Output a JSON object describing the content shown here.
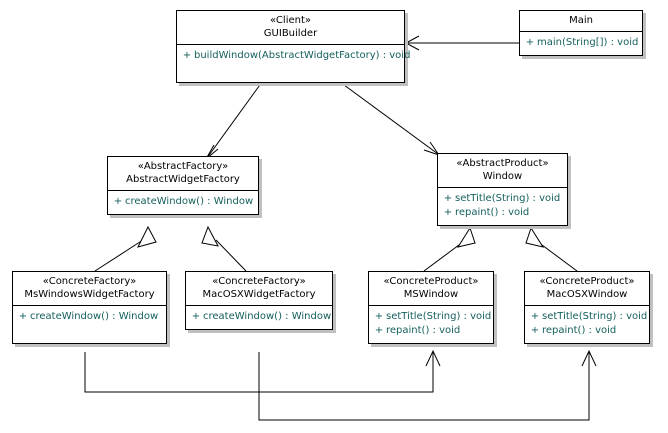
{
  "diagram": {
    "title": "Abstract Factory UML Class Diagram",
    "colors": {
      "box_fill": "#ffffff",
      "box_border": "#000000",
      "shadow": "#c0c0c0",
      "member_text": "#15605e",
      "name_text": "#000000",
      "edge": "#000000"
    }
  },
  "classes": {
    "guibuilder": {
      "stereotype": "«Client»",
      "name": "GUIBuilder",
      "members": [
        {
          "visibility": "+",
          "signature": "buildWindow(AbstractWidgetFactory) : void"
        }
      ]
    },
    "main": {
      "stereotype": "",
      "name": "Main",
      "members": [
        {
          "visibility": "+",
          "signature": "main(String[]) : void"
        }
      ]
    },
    "abstract_widget_factory": {
      "stereotype": "«AbstractFactory»",
      "name": "AbstractWidgetFactory",
      "members": [
        {
          "visibility": "+",
          "signature": "createWindow() : Window"
        }
      ]
    },
    "window": {
      "stereotype": "«AbstractProduct»",
      "name": "Window",
      "members": [
        {
          "visibility": "+",
          "signature": "setTitle(String) : void"
        },
        {
          "visibility": "+",
          "signature": "repaint() : void"
        }
      ]
    },
    "mswindows_widget_factory": {
      "stereotype": "«ConcreteFactory»",
      "name": "MsWindowsWidgetFactory",
      "members": [
        {
          "visibility": "+",
          "signature": "createWindow() : Window"
        }
      ]
    },
    "macosx_widget_factory": {
      "stereotype": "«ConcreteFactory»",
      "name": "MacOSXWidgetFactory",
      "members": [
        {
          "visibility": "+",
          "signature": "createWindow() : Window"
        }
      ]
    },
    "ms_window": {
      "stereotype": "«ConcreteProduct»",
      "name": "MSWindow",
      "members": [
        {
          "visibility": "+",
          "signature": "setTitle(String) : void"
        },
        {
          "visibility": "+",
          "signature": "repaint() : void"
        }
      ]
    },
    "macosx_window": {
      "stereotype": "«ConcreteProduct»",
      "name": "MacOSXWindow",
      "members": [
        {
          "visibility": "+",
          "signature": "setTitle(String) : void"
        },
        {
          "visibility": "+",
          "signature": "repaint() : void"
        }
      ]
    }
  },
  "relationships": [
    {
      "kind": "dependency",
      "from": "Main",
      "to": "GUIBuilder"
    },
    {
      "kind": "dependency",
      "from": "GUIBuilder",
      "to": "AbstractWidgetFactory"
    },
    {
      "kind": "dependency",
      "from": "GUIBuilder",
      "to": "Window"
    },
    {
      "kind": "generalization",
      "from": "MsWindowsWidgetFactory",
      "to": "AbstractWidgetFactory"
    },
    {
      "kind": "generalization",
      "from": "MacOSXWidgetFactory",
      "to": "AbstractWidgetFactory"
    },
    {
      "kind": "generalization",
      "from": "MSWindow",
      "to": "Window"
    },
    {
      "kind": "generalization",
      "from": "MacOSXWindow",
      "to": "Window"
    },
    {
      "kind": "dependency",
      "from": "MsWindowsWidgetFactory",
      "to": "MSWindow"
    },
    {
      "kind": "dependency",
      "from": "MacOSXWidgetFactory",
      "to": "MacOSXWindow"
    }
  ]
}
